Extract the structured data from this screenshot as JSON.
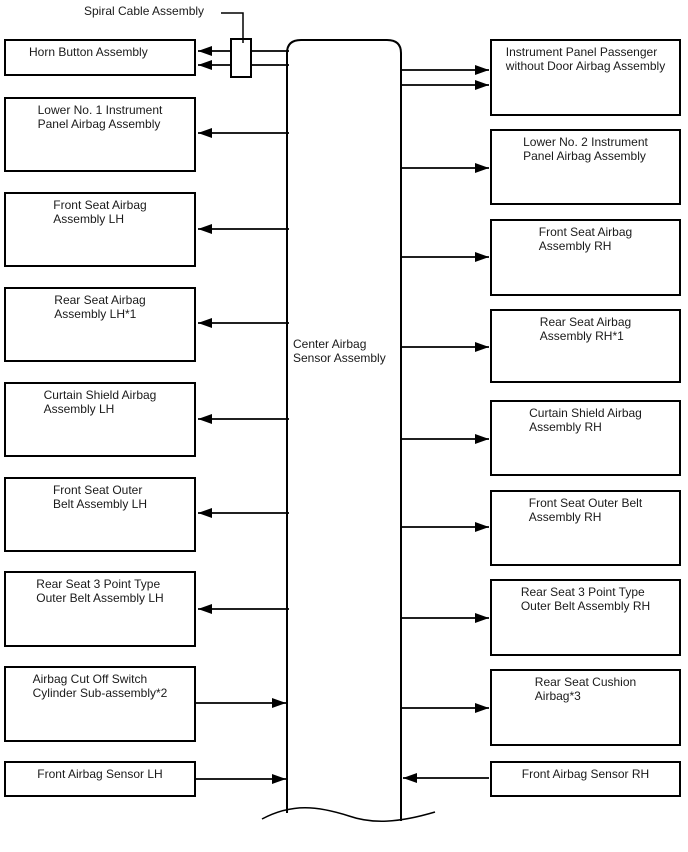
{
  "diagram": {
    "spiral_cable_label": "Spiral Cable Assembly",
    "center_box": {
      "label": "Center Airbag\nSensor Assembly"
    },
    "left_boxes": [
      {
        "label": "Horn Button Assembly"
      },
      {
        "label": "Lower No. 1 Instrument\nPanel Airbag Assembly"
      },
      {
        "label": "Front Seat Airbag\nAssembly LH"
      },
      {
        "label": "Rear Seat Airbag\nAssembly LH*1"
      },
      {
        "label": "Curtain Shield Airbag\nAssembly LH"
      },
      {
        "label": "Front Seat Outer\nBelt Assembly LH"
      },
      {
        "label": "Rear Seat 3 Point Type\nOuter Belt Assembly LH"
      },
      {
        "label": "Airbag Cut Off Switch\nCylinder Sub-assembly*2"
      },
      {
        "label": "Front Airbag Sensor LH"
      }
    ],
    "right_boxes": [
      {
        "label": "Instrument Panel Passenger\nwithout Door Airbag Assembly"
      },
      {
        "label": "Lower No. 2 Instrument\nPanel Airbag Assembly"
      },
      {
        "label": "Front Seat Airbag\nAssembly RH"
      },
      {
        "label": "Rear Seat Airbag\nAssembly RH*1"
      },
      {
        "label": "Curtain Shield Airbag\nAssembly RH"
      },
      {
        "label": "Front Seat Outer Belt\nAssembly RH"
      },
      {
        "label": "Rear Seat 3 Point Type\nOuter Belt Assembly RH"
      },
      {
        "label": "Rear Seat Cushion\nAirbag*3"
      },
      {
        "label": "Front Airbag Sensor RH"
      }
    ],
    "connections": [
      {
        "from": "Center Airbag Sensor Assembly",
        "to": "Horn Button Assembly",
        "via": "Spiral Cable Assembly",
        "lines": 2
      },
      {
        "from": "Center Airbag Sensor Assembly",
        "to": "Lower No. 1 Instrument Panel Airbag Assembly",
        "lines": 1
      },
      {
        "from": "Center Airbag Sensor Assembly",
        "to": "Front Seat Airbag Assembly LH",
        "lines": 1
      },
      {
        "from": "Center Airbag Sensor Assembly",
        "to": "Rear Seat Airbag Assembly LH*1",
        "lines": 1
      },
      {
        "from": "Center Airbag Sensor Assembly",
        "to": "Curtain Shield Airbag Assembly LH",
        "lines": 1
      },
      {
        "from": "Center Airbag Sensor Assembly",
        "to": "Front Seat Outer Belt Assembly LH",
        "lines": 1
      },
      {
        "from": "Center Airbag Sensor Assembly",
        "to": "Rear Seat 3 Point Type Outer Belt Assembly LH",
        "lines": 1
      },
      {
        "from": "Airbag Cut Off Switch Cylinder Sub-assembly*2",
        "to": "Center Airbag Sensor Assembly",
        "lines": 1
      },
      {
        "from": "Front Airbag Sensor LH",
        "to": "Center Airbag Sensor Assembly",
        "lines": 1
      },
      {
        "from": "Center Airbag Sensor Assembly",
        "to": "Instrument Panel Passenger without Door Airbag Assembly",
        "lines": 2
      },
      {
        "from": "Center Airbag Sensor Assembly",
        "to": "Lower No. 2 Instrument Panel Airbag Assembly",
        "lines": 1
      },
      {
        "from": "Center Airbag Sensor Assembly",
        "to": "Front Seat Airbag Assembly RH",
        "lines": 1
      },
      {
        "from": "Center Airbag Sensor Assembly",
        "to": "Rear Seat Airbag Assembly RH*1",
        "lines": 1
      },
      {
        "from": "Center Airbag Sensor Assembly",
        "to": "Curtain Shield Airbag Assembly RH",
        "lines": 1
      },
      {
        "from": "Center Airbag Sensor Assembly",
        "to": "Front Seat Outer Belt Assembly RH",
        "lines": 1
      },
      {
        "from": "Center Airbag Sensor Assembly",
        "to": "Rear Seat 3 Point Type Outer Belt Assembly RH",
        "lines": 1
      },
      {
        "from": "Center Airbag Sensor Assembly",
        "to": "Rear Seat Cushion Airbag*3",
        "lines": 1
      },
      {
        "from": "Front Airbag Sensor RH",
        "to": "Center Airbag Sensor Assembly",
        "lines": 1
      }
    ],
    "colors": {
      "line": "#000000",
      "text": "#1a1a1a",
      "background": "#ffffff"
    }
  }
}
